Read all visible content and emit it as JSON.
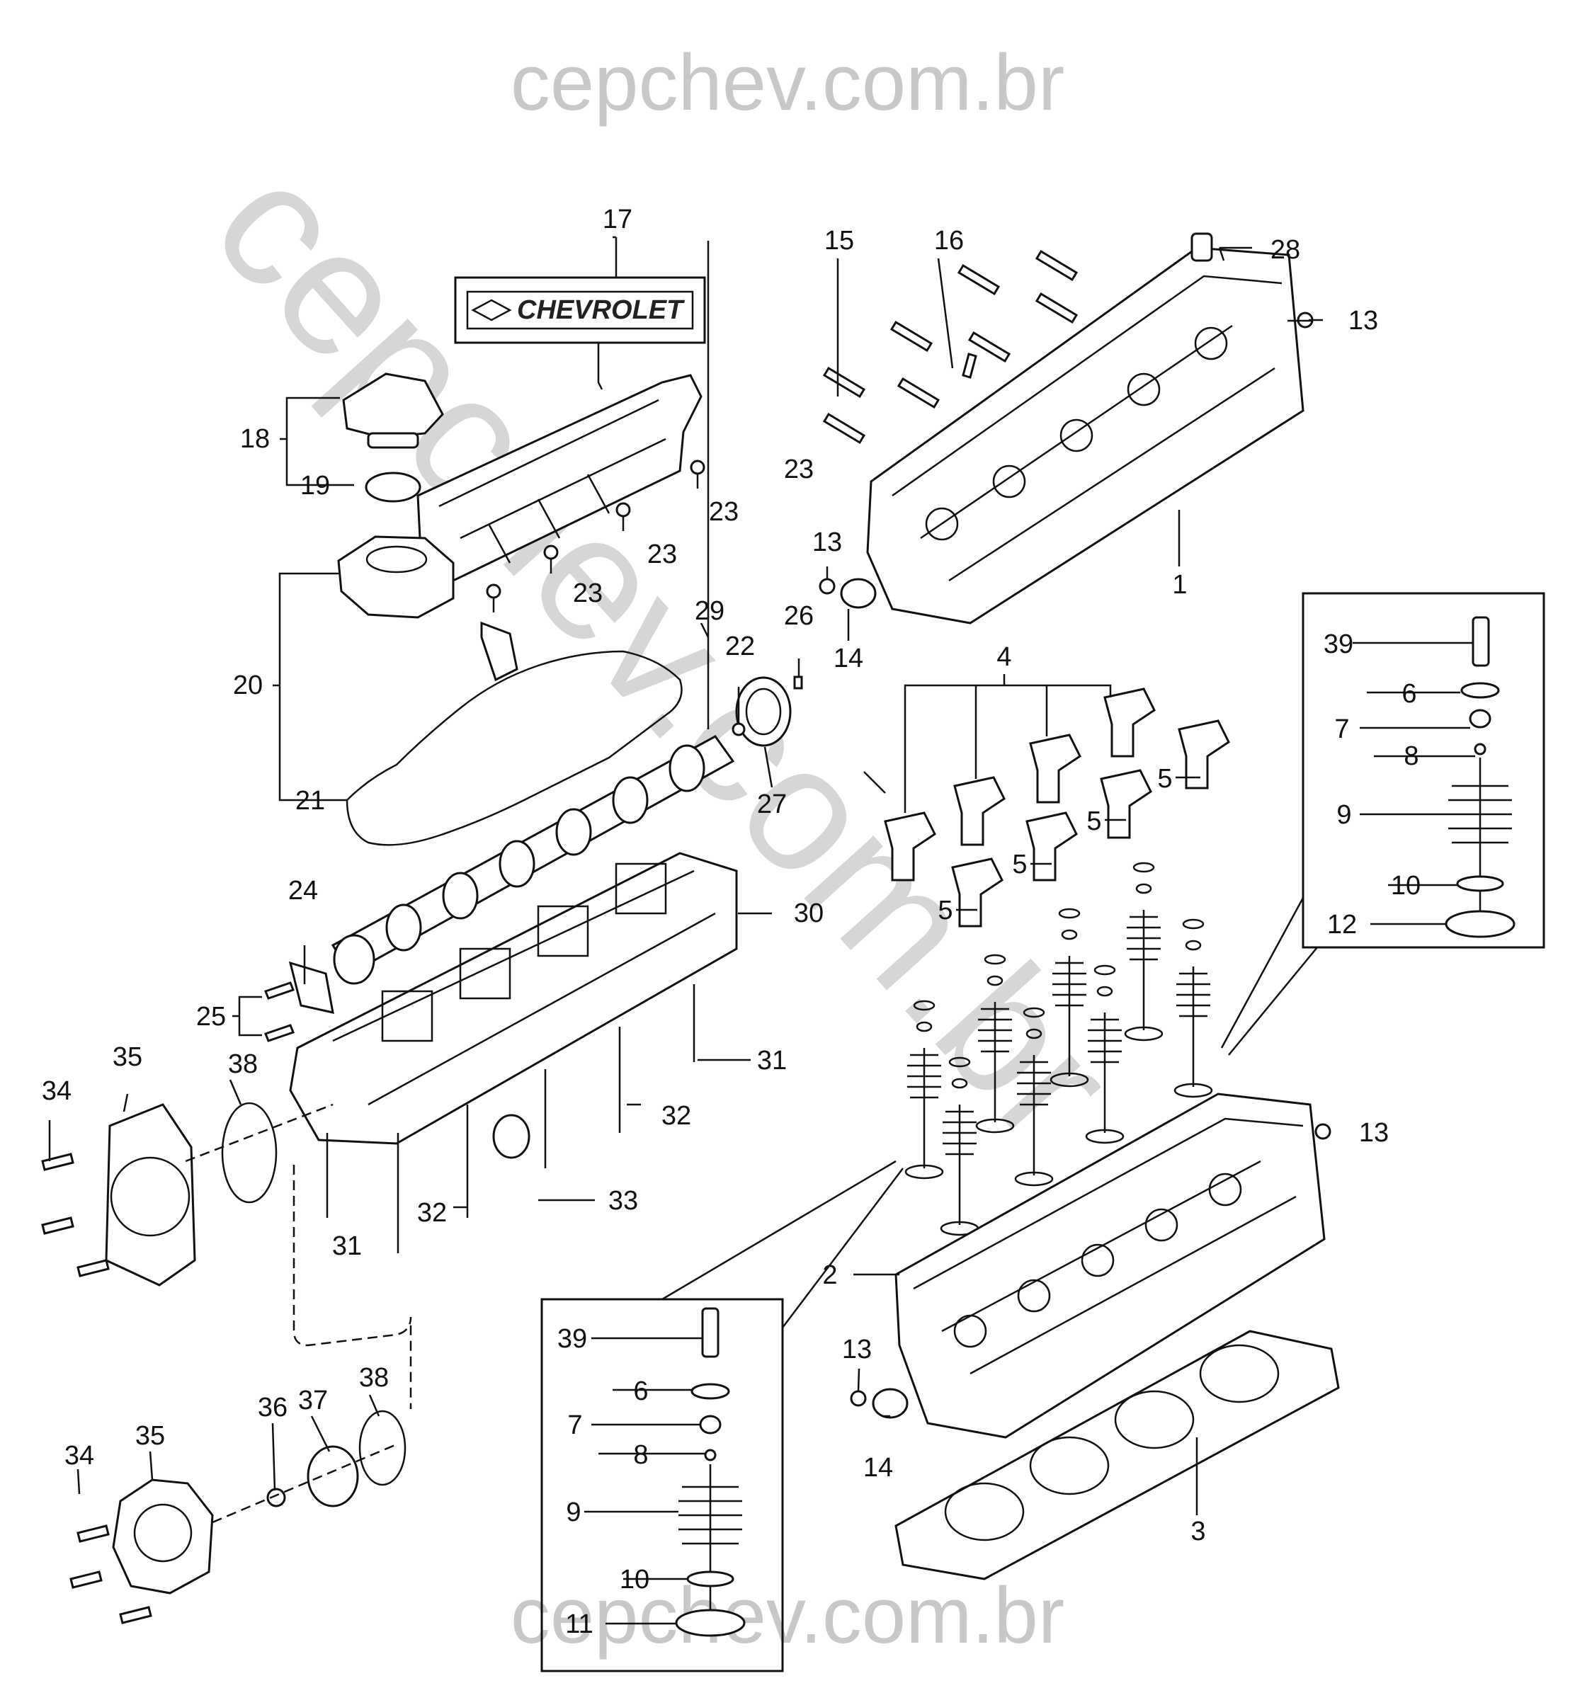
{
  "watermark": {
    "text": "cepchev.com.br"
  },
  "brand_label": "CHEVROLET",
  "callouts": [
    {
      "id": "c1",
      "label": "1"
    },
    {
      "id": "c2",
      "label": "2"
    },
    {
      "id": "c3",
      "label": "3"
    },
    {
      "id": "c4",
      "label": "4"
    },
    {
      "id": "c5a",
      "label": "5"
    },
    {
      "id": "c5b",
      "label": "5"
    },
    {
      "id": "c5c",
      "label": "5"
    },
    {
      "id": "c5d",
      "label": "5"
    },
    {
      "id": "c6a",
      "label": "6"
    },
    {
      "id": "c6b",
      "label": "6"
    },
    {
      "id": "c7a",
      "label": "7"
    },
    {
      "id": "c7b",
      "label": "7"
    },
    {
      "id": "c8a",
      "label": "8"
    },
    {
      "id": "c8b",
      "label": "8"
    },
    {
      "id": "c9a",
      "label": "9"
    },
    {
      "id": "c9b",
      "label": "9"
    },
    {
      "id": "c10a",
      "label": "10"
    },
    {
      "id": "c10b",
      "label": "10"
    },
    {
      "id": "c11",
      "label": "11"
    },
    {
      "id": "c12",
      "label": "12"
    },
    {
      "id": "c13a",
      "label": "13"
    },
    {
      "id": "c13b",
      "label": "13"
    },
    {
      "id": "c13c",
      "label": "13"
    },
    {
      "id": "c13d",
      "label": "13"
    },
    {
      "id": "c14a",
      "label": "14"
    },
    {
      "id": "c14b",
      "label": "14"
    },
    {
      "id": "c15",
      "label": "15"
    },
    {
      "id": "c16",
      "label": "16"
    },
    {
      "id": "c17",
      "label": "17"
    },
    {
      "id": "c18",
      "label": "18"
    },
    {
      "id": "c19",
      "label": "19"
    },
    {
      "id": "c20",
      "label": "20"
    },
    {
      "id": "c21",
      "label": "21"
    },
    {
      "id": "c22",
      "label": "22"
    },
    {
      "id": "c23a",
      "label": "23"
    },
    {
      "id": "c23b",
      "label": "23"
    },
    {
      "id": "c23c",
      "label": "23"
    },
    {
      "id": "c23d",
      "label": "23"
    },
    {
      "id": "c24",
      "label": "24"
    },
    {
      "id": "c25",
      "label": "25"
    },
    {
      "id": "c26",
      "label": "26"
    },
    {
      "id": "c27",
      "label": "27"
    },
    {
      "id": "c28",
      "label": "28"
    },
    {
      "id": "c29",
      "label": "29"
    },
    {
      "id": "c30",
      "label": "30"
    },
    {
      "id": "c31a",
      "label": "31"
    },
    {
      "id": "c31b",
      "label": "31"
    },
    {
      "id": "c32a",
      "label": "32"
    },
    {
      "id": "c32b",
      "label": "32"
    },
    {
      "id": "c33",
      "label": "33"
    },
    {
      "id": "c34a",
      "label": "34"
    },
    {
      "id": "c34b",
      "label": "34"
    },
    {
      "id": "c35a",
      "label": "35"
    },
    {
      "id": "c35b",
      "label": "35"
    },
    {
      "id": "c36",
      "label": "36"
    },
    {
      "id": "c37",
      "label": "37"
    },
    {
      "id": "c38a",
      "label": "38"
    },
    {
      "id": "c38b",
      "label": "38"
    },
    {
      "id": "c39a",
      "label": "39"
    },
    {
      "id": "c39b",
      "label": "39"
    }
  ]
}
